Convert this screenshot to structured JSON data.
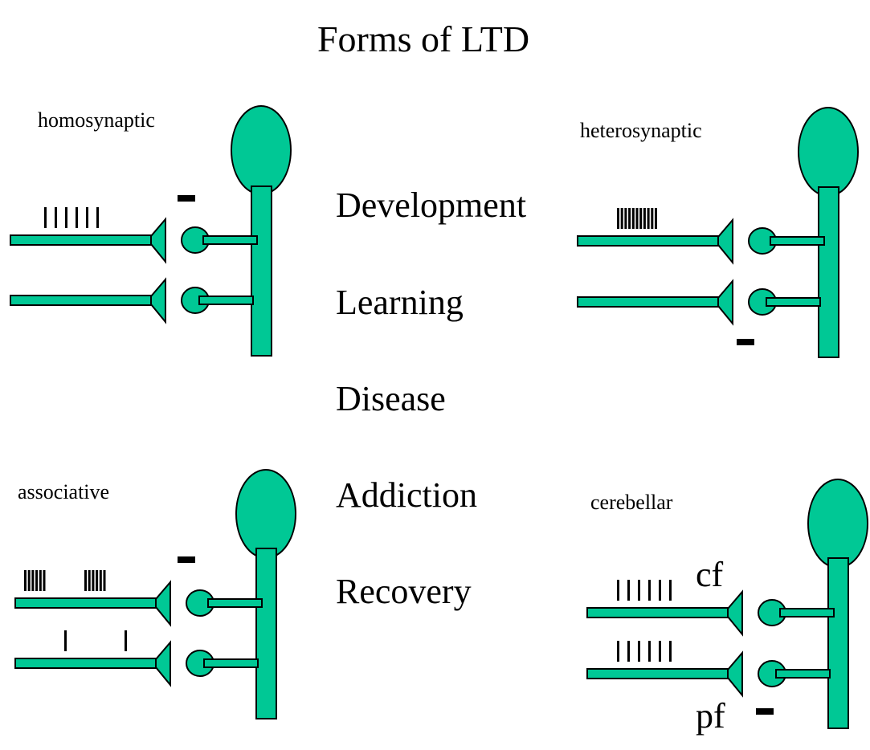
{
  "title": "Forms of LTD",
  "colors": {
    "cell_fill": "#00c895",
    "outline": "#000000",
    "background": "#ffffff"
  },
  "outcomes": [
    "Development",
    "Learning",
    "Disease",
    "Addiction",
    "Recovery"
  ],
  "panels": [
    {
      "id": "homosynaptic",
      "label": "homosynaptic",
      "inputs": [
        {
          "spike_trains": [
            {
              "count": 6,
              "style": "sparse"
            }
          ],
          "depressed": true,
          "fiber_label": ""
        },
        {
          "spike_trains": [],
          "depressed": false,
          "fiber_label": ""
        }
      ]
    },
    {
      "id": "heterosynaptic",
      "label": "heterosynaptic",
      "inputs": [
        {
          "spike_trains": [
            {
              "count": 11,
              "style": "dense"
            }
          ],
          "depressed": false,
          "fiber_label": ""
        },
        {
          "spike_trains": [],
          "depressed": true,
          "fiber_label": ""
        }
      ]
    },
    {
      "id": "associative",
      "label": "associative",
      "inputs": [
        {
          "spike_trains": [
            {
              "count": 6,
              "style": "dense"
            },
            {
              "count": 6,
              "style": "dense"
            }
          ],
          "depressed": true,
          "fiber_label": ""
        },
        {
          "spike_trains": [
            {
              "count": 1,
              "style": "single"
            },
            {
              "count": 1,
              "style": "single"
            }
          ],
          "depressed": false,
          "fiber_label": ""
        }
      ]
    },
    {
      "id": "cerebellar",
      "label": "cerebellar",
      "inputs": [
        {
          "spike_trains": [
            {
              "count": 6,
              "style": "sparse"
            }
          ],
          "depressed": false,
          "fiber_label": "cf"
        },
        {
          "spike_trains": [
            {
              "count": 6,
              "style": "sparse"
            }
          ],
          "depressed": true,
          "fiber_label": "pf"
        }
      ]
    }
  ]
}
